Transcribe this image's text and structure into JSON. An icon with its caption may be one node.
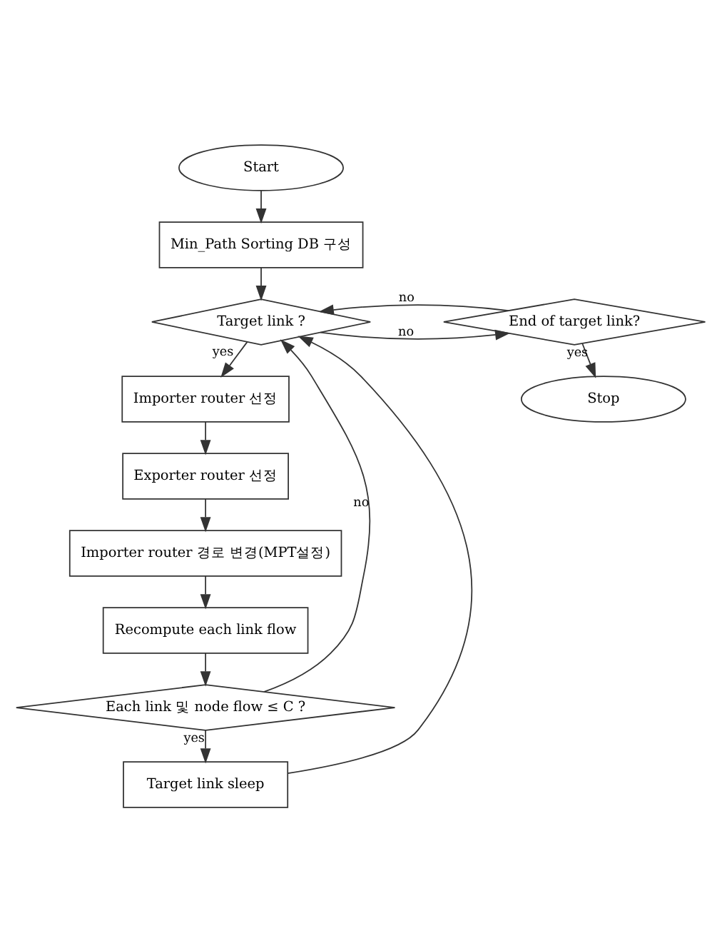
{
  "diagram": {
    "nodes": [
      {
        "text": [
          "Start"
        ]
      },
      {
        "text": [
          "Min_Path Sorting DB 구성"
        ]
      },
      {
        "text": [
          "Target link ?"
        ]
      },
      {
        "text": [
          "End of target link?"
        ]
      },
      {
        "text": [
          "Importer router 선정"
        ]
      },
      {
        "text": [
          "Exporter router 선정"
        ]
      },
      {
        "text": [
          "Importer router 경로 변경(MPT설정)"
        ]
      },
      {
        "text": [
          "Recompute each link flow"
        ]
      },
      {
        "text": [
          "Each link 및 node flow ≤ C ?"
        ]
      },
      {
        "text": [
          "Target link sleep"
        ]
      },
      {
        "text": [
          "Stop"
        ]
      }
    ],
    "edges": [
      {
        "from": 0,
        "to": 1,
        "arrow": "to"
      },
      {
        "from": 1,
        "to": 2,
        "arrow": "to"
      },
      {
        "from": 2,
        "to": 3,
        "arrow": "to",
        "label": "no"
      },
      {
        "from": 3,
        "to": 2,
        "arrow": "to",
        "label": "no"
      },
      {
        "from": 2,
        "to": 4,
        "arrow": "to",
        "label": "yes"
      },
      {
        "from": 3,
        "to": 10,
        "arrow": "to",
        "label": "yes"
      },
      {
        "from": 4,
        "to": 5,
        "arrow": "to"
      },
      {
        "from": 5,
        "to": 6,
        "arrow": "to"
      },
      {
        "from": 6,
        "to": 7,
        "arrow": "to"
      },
      {
        "from": 7,
        "to": 8,
        "arrow": "to"
      },
      {
        "from": 8,
        "to": 9,
        "arrow": "to",
        "label": "yes"
      },
      {
        "from": 8,
        "to": 2,
        "arrow": "to",
        "label": "no"
      },
      {
        "from": 9,
        "to": 2,
        "arrow": "to"
      }
    ]
  }
}
